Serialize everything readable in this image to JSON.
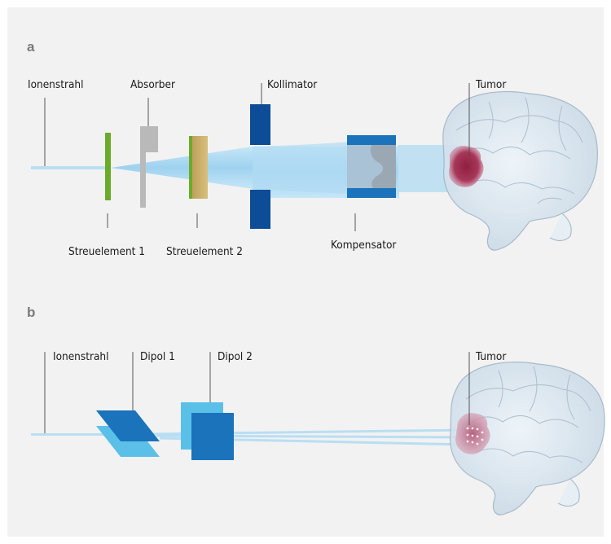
{
  "panel_a": {
    "letter": "a",
    "labels": {
      "ion_beam": "Ionenstrahl",
      "absorber": "Absorber",
      "collimator": "Kollimator",
      "tumor": "Tumor",
      "scatter1": "Streuelement 1",
      "scatter2": "Streuelement 2",
      "compensator": "Kompensator"
    }
  },
  "panel_b": {
    "letter": "b",
    "labels": {
      "ion_beam": "Ionenstrahl",
      "dipole1": "Dipol 1",
      "dipole2": "Dipol 2",
      "tumor": "Tumor"
    }
  },
  "colors": {
    "background": "#f2f2f2",
    "beam": "#b9def3",
    "dark_blue": "#0d4c97",
    "mid_blue": "#1a73bb",
    "light_blue": "#5bc0e8",
    "green": "#6aab2a",
    "absorber_gray": "#b8b8b8",
    "wedge_tan": "#c8b070",
    "tumor": "#9c2a4a"
  }
}
